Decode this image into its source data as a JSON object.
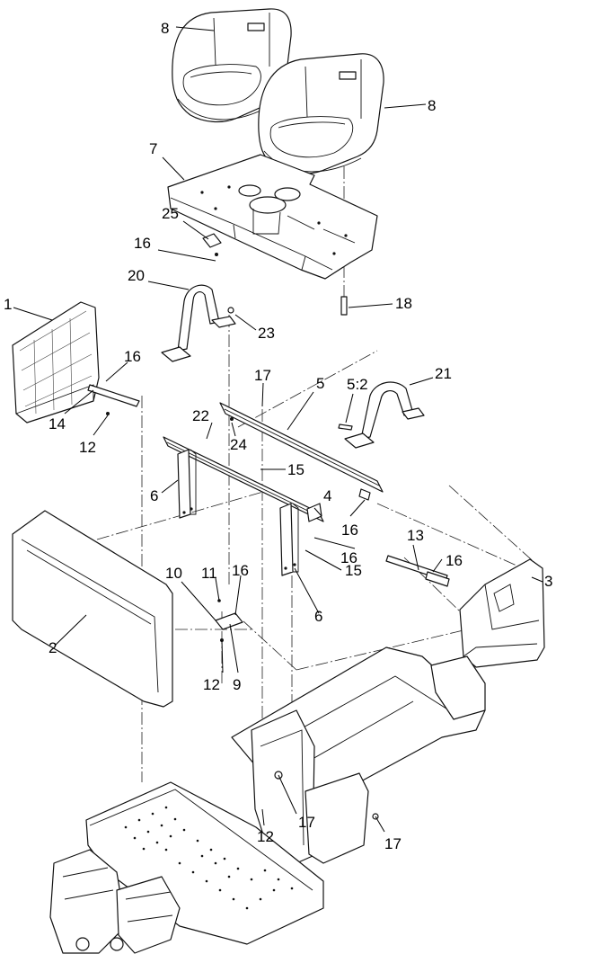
{
  "callouts": {
    "c8a": "8",
    "c8b": "8",
    "c7": "7",
    "c25": "25",
    "c16a": "16",
    "c20": "20",
    "c18": "18",
    "c1": "1",
    "c23": "23",
    "c16b": "16",
    "c17a": "17",
    "c5": "5",
    "c52": "5:2",
    "c21": "21",
    "c14": "14",
    "c12a": "12",
    "c22": "22",
    "c24": "24",
    "c15a": "15",
    "c6a": "6",
    "c4": "4",
    "c16c": "16",
    "c13": "13",
    "c16d": "16",
    "c3": "3",
    "c10": "10",
    "c11": "11",
    "c16e": "16",
    "c15b": "15",
    "c16f": "16",
    "c6b": "6",
    "c2": "2",
    "c12b": "12",
    "c9": "9",
    "c17b": "17",
    "c12c": "12",
    "c17c": "17"
  }
}
